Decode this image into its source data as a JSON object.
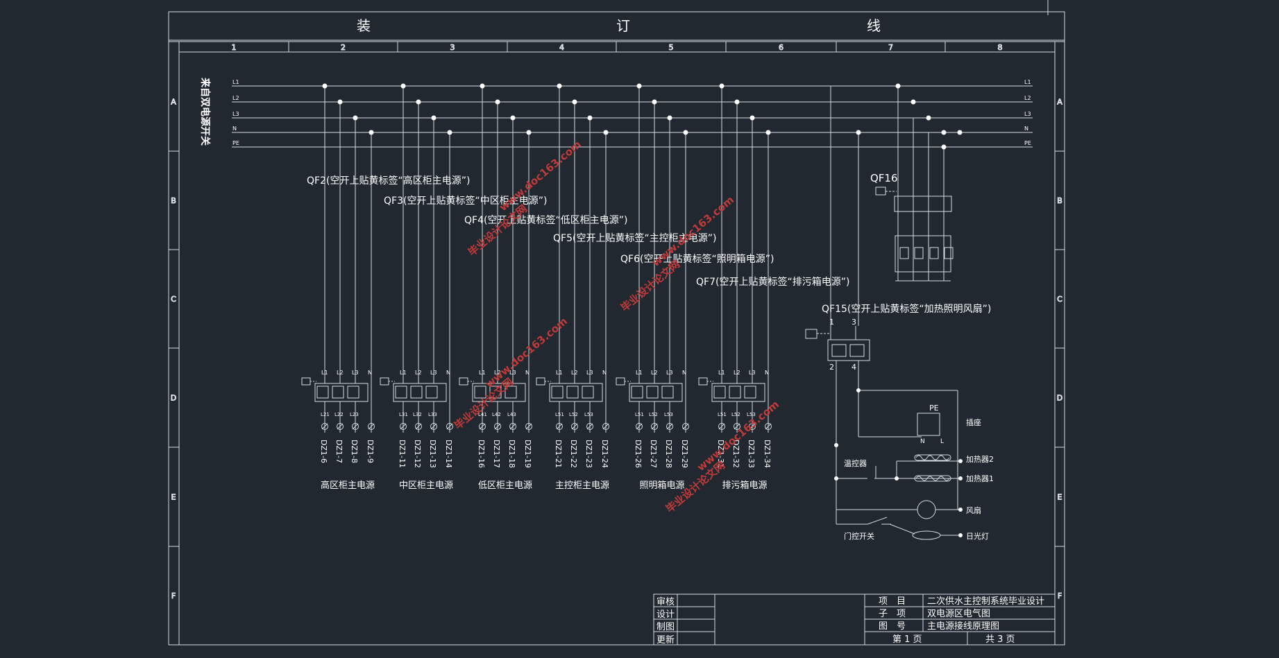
{
  "binding_strip": [
    "装",
    "订",
    "线"
  ],
  "columns": [
    "1",
    "2",
    "3",
    "4",
    "5",
    "6",
    "7",
    "8"
  ],
  "rows": [
    "A",
    "B",
    "C",
    "D",
    "E",
    "F"
  ],
  "source_label": "来自双电源开关",
  "bus_labels": [
    "L1",
    "L2",
    "L3",
    "N",
    "PE"
  ],
  "breaker_notes": [
    "QF2(空开上贴黄标签“高区柜主电源”)",
    "QF3(空开上贴黄标签“中区柜主电源”)",
    "QF4(空开上贴黄标签“低区柜主电源”)",
    "QF5(空开上贴黄标签“主控柜主电源”)",
    "QF6(空开上贴黄标签“照明箱电源”)",
    "QF7(空开上贴黄标签“排污箱电源”)",
    "QF15(空开上贴黄标签“加热照明风扇”)"
  ],
  "qf16_label": "QF16",
  "qf15_terminals": [
    "1",
    "3",
    "2",
    "4"
  ],
  "breaker_groups": [
    {
      "name": "高区柜主电源",
      "tops": [
        "L1",
        "L2",
        "L3",
        "N"
      ],
      "outs": [
        "L21",
        "L22",
        "L23"
      ],
      "terminals": [
        "DZ1-6",
        "DZ1-7",
        "DZ1-8",
        "DZ1-9"
      ]
    },
    {
      "name": "中区柜主电源",
      "tops": [
        "L1",
        "L2",
        "L3",
        "N"
      ],
      "outs": [
        "L31",
        "L32",
        "L33"
      ],
      "terminals": [
        "DZ1-11",
        "DZ1-12",
        "DZ1-13",
        "DZ1-14"
      ]
    },
    {
      "name": "低区柜主电源",
      "tops": [
        "L1",
        "L2",
        "L3",
        "N"
      ],
      "outs": [
        "L41",
        "L42",
        "L43"
      ],
      "terminals": [
        "DZ1-16",
        "DZ1-17",
        "DZ1-18",
        "DZ1-19"
      ]
    },
    {
      "name": "主控柜主电源",
      "tops": [
        "L1",
        "L2",
        "L3",
        "N"
      ],
      "outs": [
        "L51",
        "L52",
        "L53"
      ],
      "terminals": [
        "DZ1-21",
        "DZ1-22",
        "DZ1-23",
        "DZ1-24"
      ]
    },
    {
      "name": "照明箱电源",
      "tops": [
        "L1",
        "L2",
        "L3",
        "N"
      ],
      "outs": [
        "L51",
        "L52",
        "L53"
      ],
      "terminals": [
        "DZ1-26",
        "DZ1-27",
        "DZ1-28",
        "DZ1-29"
      ]
    },
    {
      "name": "排污箱电源",
      "tops": [
        "L1",
        "L2",
        "L3",
        "N"
      ],
      "outs": [
        "L51",
        "L52",
        "L53"
      ],
      "terminals": [
        "DZ1-31",
        "DZ1-32",
        "DZ1-33",
        "DZ1-34"
      ]
    }
  ],
  "socket": {
    "label": "插座",
    "pe": "PE",
    "n": "N",
    "l": "L"
  },
  "devices": {
    "thermostat": "温控器",
    "heater2": "加热器2",
    "heater1": "加热器1",
    "fan": "风扇",
    "door_switch": "门控开关",
    "lamp": "日光灯"
  },
  "watermark_text": [
    "毕业设计论文网",
    "www.doc163.com"
  ],
  "title_block": {
    "left_labels": [
      "审核",
      "设计",
      "制图",
      "更新"
    ],
    "keys": [
      "项　目",
      "子　项",
      "图　号"
    ],
    "values": [
      "二次供水主控制系统毕业设计",
      "双电源区电气图",
      "主电源接线原理图"
    ],
    "page_label": "第  1  页",
    "total_label": "共  3  页"
  }
}
